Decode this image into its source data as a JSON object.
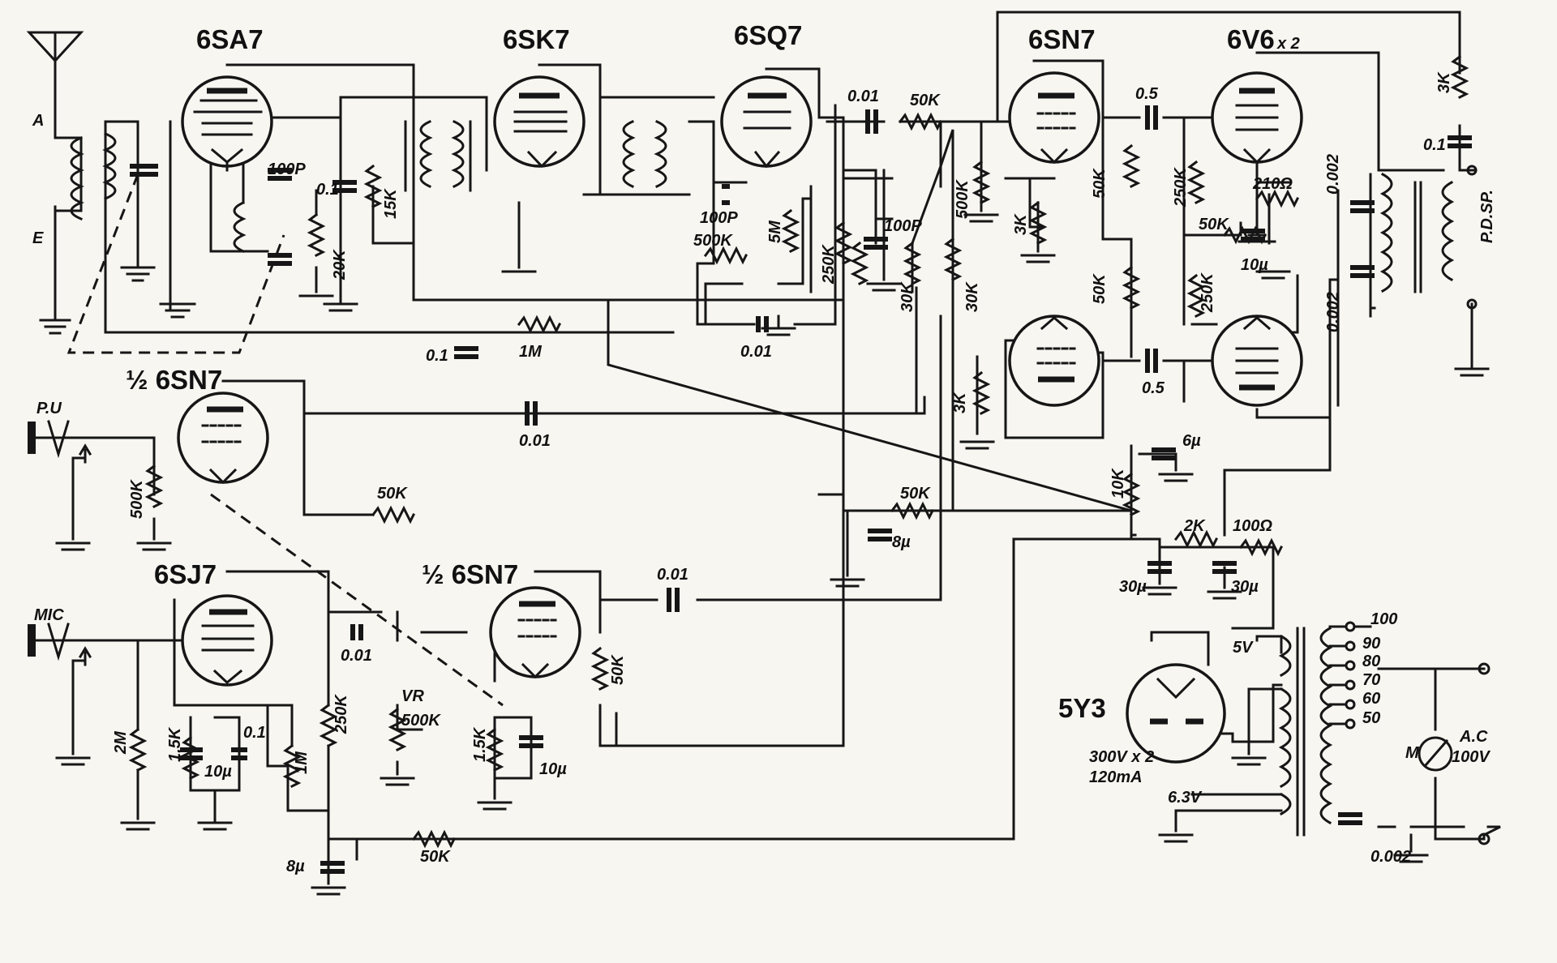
{
  "tubes": {
    "t1": "6SA7",
    "t2": "6SK7",
    "t3": "6SQ7",
    "t4": "6SN7",
    "t5": "6V6",
    "t5x": "x 2",
    "t6": "½ 6SN7",
    "t7": "6SJ7",
    "t8": "½ 6SN7",
    "t9": "5Y3"
  },
  "terminals": {
    "antenna": "A",
    "earth": "E",
    "pickup": "P.U",
    "mic": "MIC",
    "speaker": "P.D.SP.",
    "ac_in": "A.C",
    "ac_volts": "100V",
    "meter": "M",
    "hv_rating": "300V x 2",
    "hv_current": "120mA",
    "heater": "6.3V",
    "rect_heater": "5V"
  },
  "taps": [
    "100",
    "90",
    "80",
    "70",
    "60",
    "50"
  ],
  "components": {
    "c_100p_osc": "100P",
    "c_01_osc": "0.1",
    "r_20k": "20K",
    "r_15k": "15K",
    "c_100p_det": "100P",
    "r_500k_vol": "500K",
    "r_5m": "5M",
    "c_001_a": "0.01",
    "r_50k_a": "50K",
    "c_100p_b": "100P",
    "r_250k_a": "250K",
    "r_30k_a": "30K",
    "r_30k_b": "30K",
    "r_500k_b": "500K",
    "c_01_b": "0.1",
    "r_1m": "1M",
    "c_001_b": "0.01",
    "r_3k_a": "3K",
    "r_50k_b": "50K",
    "r_50k_c": "50K",
    "c_05_a": "0.5",
    "c_05_b": "0.5",
    "r_250k_b": "250K",
    "r_250k_c": "250K",
    "r_210": "210Ω",
    "r_50k_d": "50K",
    "c_10u_a": "10µ",
    "r_3k_b": "3K",
    "r_3k_c": "3K",
    "c_01_spk": "0.1",
    "c_0002_a": "0.002",
    "c_0002_b": "0.002",
    "r_500k_pu": "500K",
    "c_001_c": "0.01",
    "r_50k_e": "50K",
    "r_50k_f": "50K",
    "c_8u_a": "8µ",
    "r_10k": "10K",
    "c_6u": "6µ",
    "r_2k": "2K",
    "r_100": "100Ω",
    "c_30u_a": "30µ",
    "c_30u_b": "30µ",
    "r_2m": "2M",
    "r_15k_a": "1.5K",
    "c_10u_b": "10µ",
    "c_01_c": "0.1",
    "r_1m_b": "1M",
    "r_250k_d": "250K",
    "c_001_d": "0.01",
    "vr_label": "VR",
    "vr_value": "500K",
    "c_001_e": "0.01",
    "r_50k_g": "50K",
    "r_15k_b": "1.5K",
    "c_10u_c": "10µ",
    "r_50k_h": "50K",
    "c_8u_b": "8µ",
    "c_0002_c": "0.002"
  }
}
